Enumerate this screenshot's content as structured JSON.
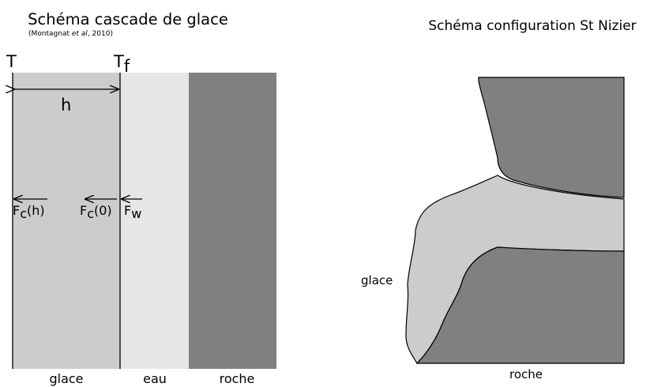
{
  "left_panel": {
    "title": "Schéma cascade de glace",
    "citation": {
      "before": "(Montagnat ",
      "italic": "et al",
      "after": ", 2010)"
    },
    "labels": {
      "T": "T",
      "Tf_main": "T",
      "Tf_sub": "f",
      "h": "h",
      "fc_h_main": "F",
      "fc_h_sub": "c",
      "fc_h_after": "(h)",
      "fc_0_main": "F",
      "fc_0_sub": "c",
      "fc_0_after": "(0)",
      "fw_main": "F",
      "fw_sub": "w"
    },
    "zones": [
      {
        "label": "glace",
        "color": "#cccccc"
      },
      {
        "label": "eau",
        "color": "#e6e6e6"
      },
      {
        "label": "roche",
        "color": "#808080"
      }
    ]
  },
  "right_panel": {
    "title": "Schéma configuration St Nizier",
    "labels": {
      "glace": "glace",
      "roche": "roche"
    },
    "colors": {
      "glace": "#cccccc",
      "roche": "#808080"
    }
  }
}
